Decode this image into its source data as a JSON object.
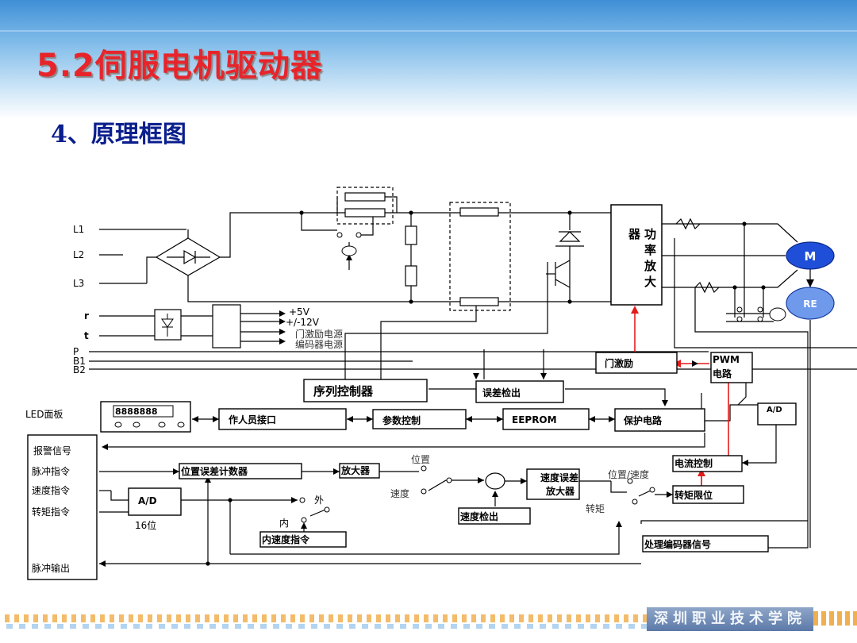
{
  "slide": {
    "title": "5.2伺服电机驱动器",
    "subtitle": "4、原理框图",
    "footer": "深圳职业技术学院"
  },
  "diagram": {
    "inputs": {
      "l1": "L1",
      "l2": "L2",
      "l3": "L3",
      "r": "r",
      "t": "t",
      "p": "P",
      "b1": "B1",
      "b2": "B2"
    },
    "supply": {
      "v5": "+5V",
      "v12": "+/-12V",
      "gate_supply": "门激励电源",
      "encoder_supply": "编码器电源"
    },
    "blocks": {
      "power_amp": "功率放大器",
      "gate_drive": "门激励",
      "pwm": "PWM电路",
      "sequence": "序列控制器",
      "error_detect": "误差检出",
      "operator_if": "作人员接口",
      "param": "参数控制",
      "eeprom": "EEPROM",
      "protection": "保护电路",
      "ad_right": "A/D",
      "pos_counter": "位置误差计数器",
      "amplifier": "放大器",
      "speed_amp": "速度误差放大器",
      "current_ctrl": "电流控制",
      "torque_limit": "转矩限位",
      "ad_left": "A/D",
      "speed_detect": "速度检出",
      "inner_speed": "内速度指令",
      "encoder_proc": "处理编码器信号"
    },
    "led": {
      "label": "LED面板",
      "display": "8888888"
    },
    "motor": {
      "m": "M",
      "re": "RE"
    },
    "signals": {
      "alarm": "报警信号",
      "pulse_cmd": "脉冲指令",
      "speed_cmd": "速度指令",
      "torque_cmd": "转矩指令",
      "pulse_out": "脉冲输出",
      "bits": "16位"
    },
    "switch_labels": {
      "outer": "外",
      "inner": "内",
      "position": "位置",
      "speed": "速度",
      "pos_speed": "位置/速度",
      "torque": "转矩"
    }
  }
}
